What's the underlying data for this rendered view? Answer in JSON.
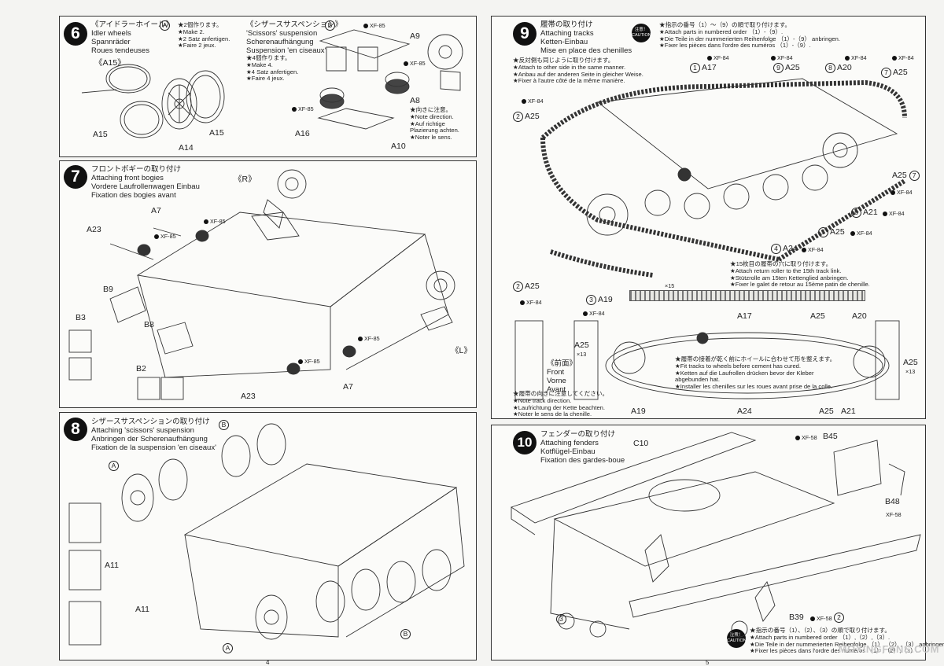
{
  "step6": {
    "number": "6",
    "titles": [
      "《アイドラーホイール》",
      "Idler wheels",
      "Spannräder",
      "Roues tendeuses"
    ],
    "sub_a": "A",
    "make2": [
      "★2個作ります。",
      "★Make 2.",
      "★2 Satz anfertigen.",
      "★Faire 2 jeux."
    ],
    "scissor_titles": [
      "《シザースサスペンション》",
      "'Scissors' suspension",
      "Scherenaufhängung",
      "Suspension 'en ciseaux'"
    ],
    "sub_b": "B",
    "make4": [
      "★4個作ります。",
      "★Make 4.",
      "★4 Satz anfertigen.",
      "★Faire 4 jeux."
    ],
    "note_dir": [
      "★向きに注意。",
      "★Note direction.",
      "★Auf richtige",
      "Plazierung achten.",
      "★Noter le sens."
    ],
    "labels": {
      "a15_paren": "《A15》",
      "a15_left": "A15",
      "a14": "A14",
      "a15_right": "A15",
      "a9": "A9",
      "a8": "A8",
      "a16": "A16",
      "a10": "A10",
      "xf85_top": "XF-85",
      "xf85_right": "XF-85",
      "xf85_left": "XF-85"
    }
  },
  "step7": {
    "number": "7",
    "titles": [
      "フロントボギーの取り付け",
      "Attaching front bogies",
      "Vordere Laufrollenwagen Einbau",
      "Fixation des bogies avant"
    ],
    "labels": {
      "r": "《R》",
      "l": "《L》",
      "a7_top": "A7",
      "a7_bottom": "A7",
      "a23_top": "A23",
      "a23_bottom": "A23",
      "b9": "B9",
      "b3": "B3",
      "b8": "B8",
      "b2": "B2",
      "xf85_1": "XF-85",
      "xf85_2": "XF-85",
      "xf85_3": "XF-85",
      "xf85_4": "XF-85"
    }
  },
  "step8": {
    "number": "8",
    "titles": [
      "シザースサスペンションの取り付け",
      "Attaching 'scissors' suspension",
      "Anbringen der Scherenaufhängung",
      "Fixation de la suspension 'en ciseaux'"
    ],
    "labels": {
      "b_top": "B",
      "a_top": "A",
      "a11_1": "A11",
      "a11_2": "A11",
      "b_bottom": "B",
      "a_bottom": "A"
    }
  },
  "step9": {
    "number": "9",
    "titles": [
      "履帯の取り付け",
      "Attaching tracks",
      "Ketten-Einbau",
      "Mise en place des chenilles"
    ],
    "caution_label": "注意！ CAUTION",
    "order_note": [
      "★指示の番号（1）〜（9）の順で取り付けます。",
      "★Attach parts in numbered order （1）-（9）.",
      "★Die Teile in der nummerierten Reihenfolge （1）-（9） anbringen.",
      "★Fixer les pièces dans l'ordre des numéros （1）-（9）."
    ],
    "other_side": [
      "★反対側も同じように取り付けます。",
      "★Attach to other side in the same manner.",
      "★Anbau auf der anderen Seite in gleicher Weise.",
      "★Fixer à l'autre côté de la même manière."
    ],
    "return_roller": [
      "★15枚目の履帯の穴に取り付けます。",
      "★Attach return roller to the 15th track link.",
      "★Stützrolle am 15ten Kettenglied anbringen.",
      "★Fixer le galet de retour au 15ème patin de chenille."
    ],
    "fit_tracks": [
      "★履帯の接着が乾く前にホイールに合わせて形を整えます。",
      "★Fit tracks to wheels before cement has cured.",
      "★Ketten auf die Laufrollen drücken bevor der Kleber",
      "abgebunden hat.",
      "★Installer les chenilles sur les roues avant prise de la colle."
    ],
    "front_titles": [
      "《前面》",
      "Front",
      "Vorne",
      "Avant"
    ],
    "track_dir": [
      "★履帯の向きに注意してください。",
      "★Note track direction.",
      "★Laufrichtung der Kette beachten.",
      "★Noter le sens de la chenille."
    ],
    "labels": {
      "n1": "1",
      "a17_top": "A17",
      "xf84_1": "XF-84",
      "n9": "9",
      "a25_top1": "A25",
      "xf84_2": "XF-84",
      "n8": "8",
      "a20_top": "A20",
      "xf84_3": "XF-84",
      "n7": "7",
      "a25_top2": "A25",
      "xf84_4": "XF-84",
      "n2_top": "2",
      "a25_left": "A25",
      "xf84_5": "XF-84",
      "a25_right": "A25",
      "n7b": "7",
      "xf84_6": "XF-84",
      "n6": "6",
      "a21": "A21",
      "xf84_7": "XF-84",
      "n5": "5",
      "a25_mid": "A25",
      "xf84_8": "XF-84",
      "n4": "4",
      "a24": "A24",
      "xf84_9": "XF-84",
      "n2_bottom": "2",
      "a25_lower": "A25",
      "xf84_10": "XF-84",
      "n3": "3",
      "a19": "A19",
      "xf84_11": "XF-84",
      "x15": "×15",
      "a17_run": "A17",
      "a25_run": "A25",
      "a20_run": "A20",
      "a25_side_left": "A25",
      "x13_left": "×13",
      "a25_side_right": "A25",
      "x13_right": "×13",
      "a19_bot": "A19",
      "a24_bot": "A24",
      "a25_bot": "A25",
      "a21_bot": "A21"
    }
  },
  "step10": {
    "number": "10",
    "titles": [
      "フェンダーの取り付け",
      "Attaching fenders",
      "Kotflügel-Einbau",
      "Fixation des gardes-boue"
    ],
    "caution_label": "注意！ CAUTION",
    "order_note": [
      "★指示の番号（1）、（2）、（3）の順で取り付けます。",
      "★Attach parts in numbered order （1）,（2）,（3）.",
      "★Die Teile in der nummerierten Reihenfolge （1）,（2）,（3） anbringen.",
      "★Fixer les pièces dans l'ordre des numéros （1）,（2）,（3）."
    ],
    "labels": {
      "c10": "C10",
      "b45": "B45",
      "xf58_1": "XF-58",
      "b48": "B48",
      "xf58_2": "XF-58",
      "b39": "B39",
      "xf58_3": "XF-58",
      "n2": "2",
      "n3": "3"
    }
  },
  "page_numbers": {
    "left": "4",
    "right": "5"
  },
  "watermark": "MOXINGFANS.COM"
}
